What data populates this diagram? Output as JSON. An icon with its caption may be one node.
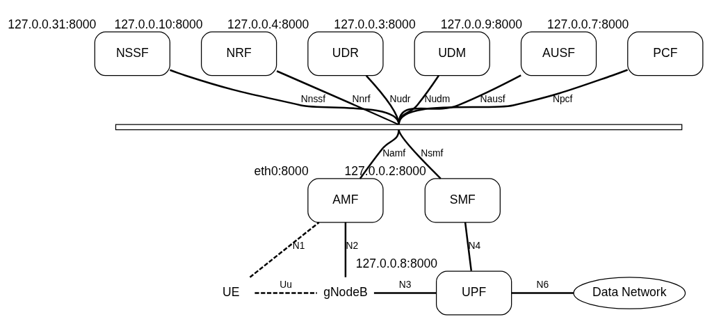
{
  "diagram": {
    "nodes": [
      {
        "text": [
          "NSSF"
        ],
        "beside": [
          "127.0.0.31:8000"
        ]
      },
      {
        "text": [
          "NRF"
        ],
        "beside": [
          "127.0.0.10:8000"
        ]
      },
      {
        "text": [
          "UDR"
        ],
        "beside": [
          "127.0.0.4:8000"
        ]
      },
      {
        "text": [
          "UDM"
        ],
        "beside": [
          "127.0.0.3:8000"
        ]
      },
      {
        "text": [
          "AUSF"
        ],
        "beside": [
          "127.0.0.9:8000"
        ]
      },
      {
        "text": [
          "PCF"
        ],
        "beside": [
          "127.0.0.7:8000"
        ]
      },
      {
        "text": [],
        "shape": "bar"
      },
      {
        "text": [
          "AMF"
        ],
        "beside": [
          "eth0:8000"
        ]
      },
      {
        "text": [
          "SMF"
        ],
        "beside": [
          "127.0.0.2:8000"
        ]
      },
      {
        "text": [
          "UE"
        ]
      },
      {
        "text": [
          "gNodeB"
        ]
      },
      {
        "text": [
          "UPF"
        ],
        "beside": [
          "127.0.0.8:8000"
        ]
      },
      {
        "text": [
          "Data Network"
        ]
      }
    ],
    "edges": [
      {
        "from": 0,
        "to": 6,
        "arrow": "none",
        "label": "Nnssf"
      },
      {
        "from": 1,
        "to": 6,
        "arrow": "none",
        "label": "Nnrf"
      },
      {
        "from": 2,
        "to": 6,
        "arrow": "none",
        "label": "Nudr"
      },
      {
        "from": 3,
        "to": 6,
        "arrow": "none",
        "label": "Nudm"
      },
      {
        "from": 4,
        "to": 6,
        "arrow": "none",
        "label": "Nausf"
      },
      {
        "from": 5,
        "to": 6,
        "arrow": "none",
        "label": "Npcf"
      },
      {
        "from": 6,
        "to": 7,
        "arrow": "none",
        "label": "Namf"
      },
      {
        "from": 6,
        "to": 8,
        "arrow": "none",
        "label": "Nsmf"
      },
      {
        "from": 9,
        "to": 7,
        "arrow": "none",
        "label": "N1",
        "style": "dashed"
      },
      {
        "from": 7,
        "to": 10,
        "arrow": "none",
        "label": "N2"
      },
      {
        "from": 8,
        "to": 11,
        "arrow": "none",
        "label": "N4"
      },
      {
        "from": 9,
        "to": 10,
        "arrow": "none",
        "label": "Uu",
        "style": "dashed"
      },
      {
        "from": 10,
        "to": 11,
        "arrow": "none",
        "label": "N3"
      },
      {
        "from": 11,
        "to": 12,
        "arrow": "none",
        "label": "N6"
      }
    ]
  }
}
